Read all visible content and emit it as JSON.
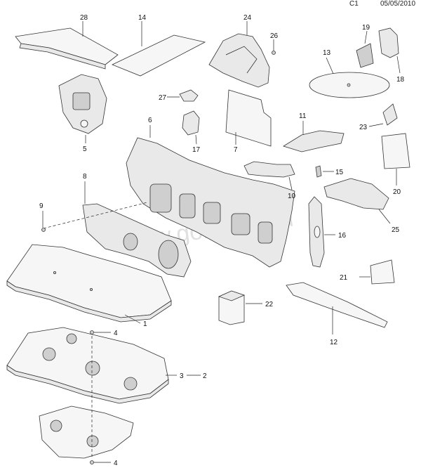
{
  "header": {
    "section": "C1",
    "date": "05/05/2010"
  },
  "watermark": "www.gomkled.ru",
  "callouts": [
    "1",
    "2",
    "3",
    "4",
    "4",
    "5",
    "6",
    "7",
    "8",
    "9",
    "10",
    "11",
    "12",
    "13",
    "14",
    "15",
    "16",
    "17",
    "18",
    "19",
    "20",
    "21",
    "22",
    "23",
    "24",
    "25",
    "26",
    "27",
    "28"
  ]
}
